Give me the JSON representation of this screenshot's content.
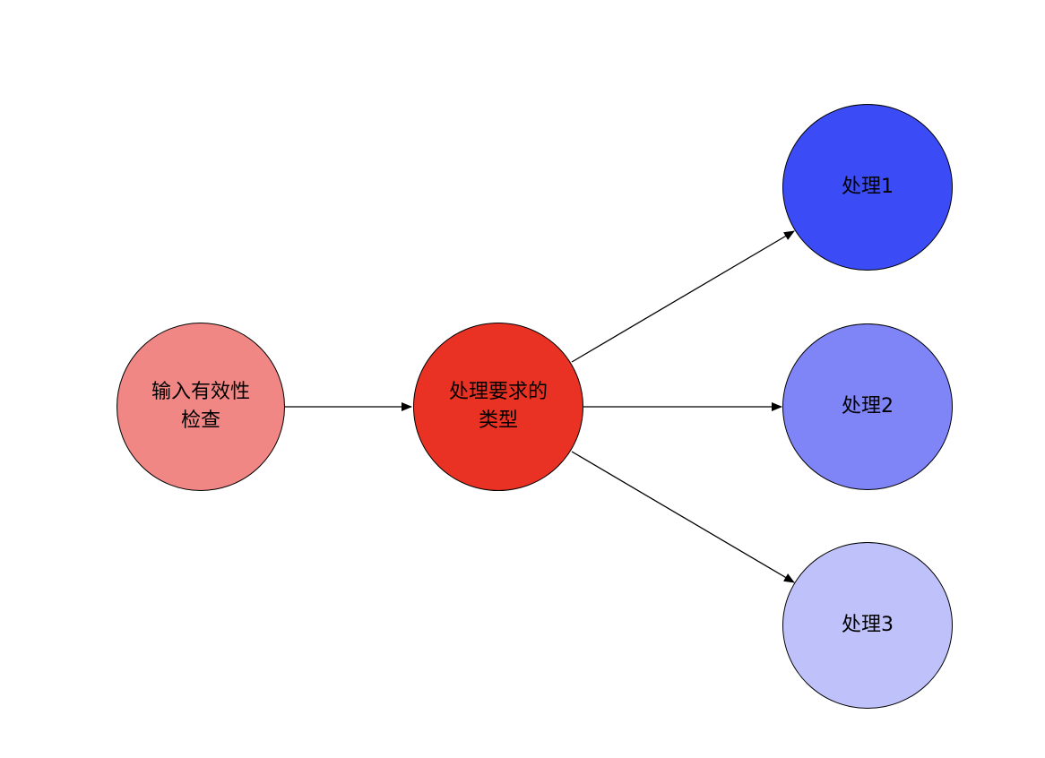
{
  "nodes": {
    "validate": {
      "label": "输入有效性\n检查",
      "color": "#f08784"
    },
    "classify": {
      "label": "处理要求的\n类型",
      "color": "#e93224"
    },
    "handler1": {
      "label": "处理1",
      "color": "#3b4cf6"
    },
    "handler2": {
      "label": "处理2",
      "color": "#7f84f7"
    },
    "handler3": {
      "label": "处理3",
      "color": "#bfc2fa"
    }
  },
  "edges": [
    {
      "from": "validate",
      "to": "classify"
    },
    {
      "from": "classify",
      "to": "handler1"
    },
    {
      "from": "classify",
      "to": "handler2"
    },
    {
      "from": "classify",
      "to": "handler3"
    }
  ],
  "edge_color": "#000000"
}
